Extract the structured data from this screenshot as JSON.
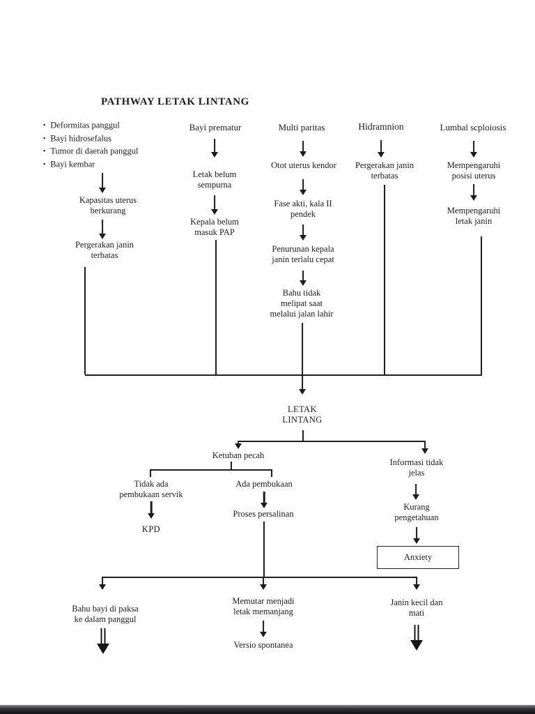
{
  "colors": {
    "ink": "#1c1c1c",
    "background": "#ffffff",
    "bottom_bar": "#1a1a1a"
  },
  "title": "PATHWAY LETAK LINTANG",
  "columns": {
    "pelvis": {
      "bullets": [
        "Deformitas panggul",
        "Bayi hidrosefalus",
        "Tumor di daerah panggul",
        "Bayi kembar"
      ],
      "step1": "Kapasitas uterus\nberkurang",
      "step2": "Pergerakan janin\nterbatas"
    },
    "prematur": {
      "header": "Bayi prematur",
      "step1": "Letak belum\nsempurna",
      "step2": "Kepala belum\nmasuk PAP"
    },
    "paritas": {
      "header": "Multi paritas",
      "step1": "Otot uterus kendor",
      "step2": "Fase akti, kala II\npendek",
      "step3": "Penurunan kepala\njanin terlalu cepat",
      "step4": "Bahu tidak\nmelipat saat\nmelalui jalan lahir"
    },
    "hidramnion": {
      "header": "Hidramnion",
      "step1": "Pergerakan janin\nterbatas"
    },
    "lumbal": {
      "header": "Lumbal scploiosis",
      "step1": "Mempengaruhi\nposisi uterus",
      "step2": "Mempengaruhi\nletak janin"
    }
  },
  "diagnosis": "LETAK\nLINTANG",
  "ketuban": {
    "label": "Ketuban pecah",
    "no_dilation": "Tidak ada\npembukaan servik",
    "no_dilation_result": "KPD",
    "dilation": "Ada pembukaan",
    "dilation_step": "Proses persalinan"
  },
  "informasi": {
    "label": "Informasi tidak\njelas",
    "step": "Kurang\npengetahuan",
    "result": "Anxiety"
  },
  "outcomes": {
    "left": "Bahu bayi di paksa\nke dalam panggul",
    "center": "Memutar menjadi\nletak memanjang",
    "center_result": "Versio spontanea",
    "right": "Janin kecil dan\nmati"
  }
}
